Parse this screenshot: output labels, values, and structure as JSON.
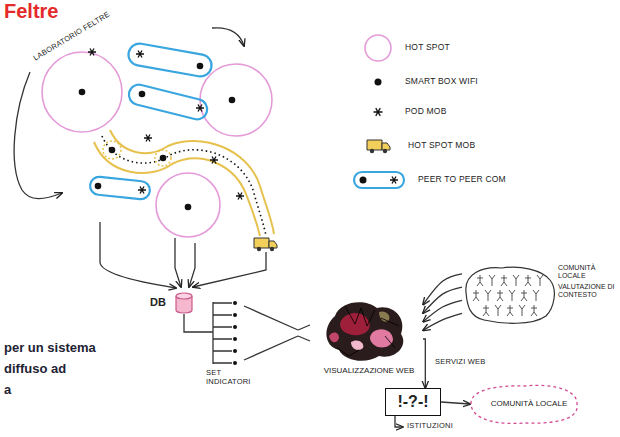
{
  "diagram": {
    "title": "Feltre",
    "nodes": [
      {
        "text": [
          "DB"
        ]
      },
      {
        "text": [
          "COMUNITÀ LOCALE",
          "VALUTAZIONE DI CONTESTO"
        ]
      },
      {
        "text": [
          "VISUALIZZAZIONE WEB"
        ]
      },
      {
        "text": [
          "!-?-!"
        ]
      },
      {
        "text": [
          "COMUNITÀ LOCALE"
        ]
      }
    ],
    "edges": [
      {
        "from": 1,
        "to": 2,
        "arrow": "to"
      },
      {
        "from": 1,
        "to": 2,
        "arrow": "to"
      },
      {
        "from": 1,
        "to": 2,
        "arrow": "to"
      },
      {
        "from": 1,
        "to": 2,
        "arrow": "to"
      },
      {
        "from": 2,
        "to": 3,
        "label": "SERVIZI WEB",
        "arrow": "to"
      },
      {
        "from": 3,
        "to": 4,
        "arrow": "to"
      }
    ],
    "labels": [
      "LABORATORIO FELTRE",
      "SET INDICATORI",
      "ISTITUZIONI",
      "per un sistema",
      "diffuso ad",
      "a"
    ],
    "legend": [
      {
        "text": "HOT SPOT"
      },
      {
        "text": "SMART BOX WIFI"
      },
      {
        "text": "POD MOB"
      },
      {
        "text": "HOT SPOT MOB"
      },
      {
        "text": "PEER TO PEER COM"
      }
    ]
  }
}
